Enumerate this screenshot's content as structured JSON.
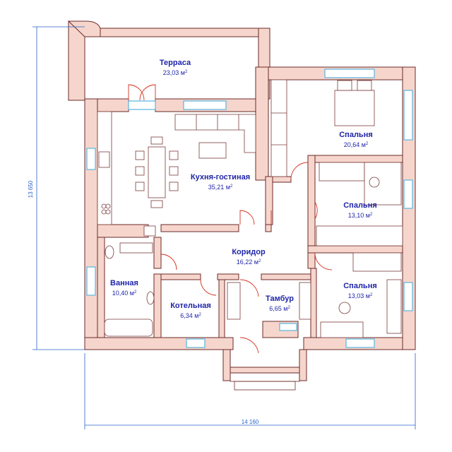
{
  "colors": {
    "wall_fill": "#f6d6cc",
    "wall_stroke": "#6b2a2a",
    "room_text": "#1f25a8",
    "dimension": "#2a62c9",
    "window": "#5ab4e0",
    "door": "#d63020"
  },
  "area_unit": "м",
  "area_unit_exp": "2",
  "rooms": [
    {
      "id": "terrace",
      "name": "Терраса",
      "area": "23,03"
    },
    {
      "id": "bedroom1",
      "name": "Спальня",
      "area": "20,64"
    },
    {
      "id": "kitchen",
      "name": "Кухня-гостиная",
      "area": "35,21"
    },
    {
      "id": "bedroom2",
      "name": "Спальня",
      "area": "13,10"
    },
    {
      "id": "corridor",
      "name": "Коридор",
      "area": "16,22"
    },
    {
      "id": "bathroom",
      "name": "Ванная",
      "area": "10,40"
    },
    {
      "id": "boiler",
      "name": "Котельная",
      "area": "6,34"
    },
    {
      "id": "vestibule",
      "name": "Тамбур",
      "area": "6,65"
    },
    {
      "id": "bedroom3",
      "name": "Спальня",
      "area": "13,03"
    }
  ],
  "dimensions": {
    "width": "14 160",
    "height": "13 650"
  }
}
